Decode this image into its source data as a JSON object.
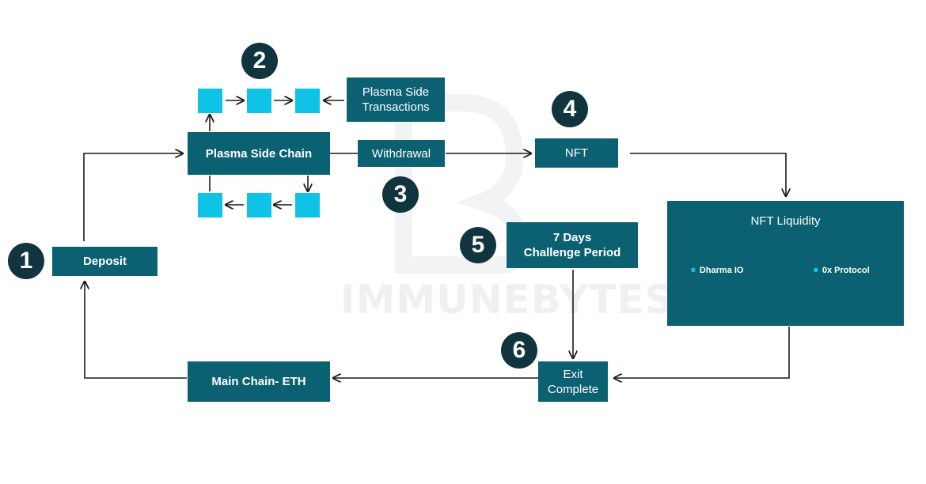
{
  "watermark": {
    "text": "IMMUNEBYTES"
  },
  "steps": {
    "step1": "1",
    "step2": "2",
    "step3": "3",
    "step4": "4",
    "step5": "5",
    "step6": "6"
  },
  "nodes": {
    "deposit": "Deposit",
    "plasma_side_chain": "Plasma Side Chain",
    "plasma_side_transactions": [
      "Plasma Side",
      "Transactions"
    ],
    "withdrawal": "Withdrawal",
    "nft": "NFT",
    "nft_liquidity": {
      "title": "NFT Liquidity",
      "items": [
        "Dharma IO",
        "0x Protocol"
      ]
    },
    "challenge_period": [
      "7 Days",
      "Challenge Period"
    ],
    "exit_complete": [
      "Exit",
      "Complete"
    ],
    "main_chain": "Main Chain- ETH"
  },
  "colors": {
    "box": "#0b6172",
    "step_circle": "#10353e",
    "block": "#0ec3e6",
    "arrow": "#1a1a1a"
  }
}
